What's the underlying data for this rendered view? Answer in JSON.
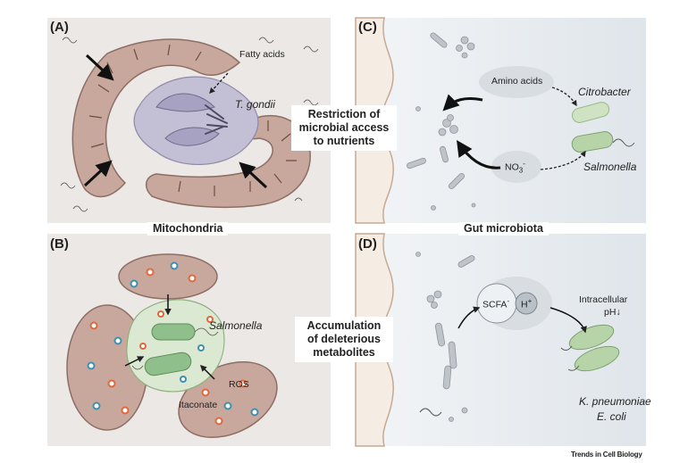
{
  "panels": {
    "a": {
      "label": "(A)",
      "fatty_acids": "Fatty acids",
      "parasite": "T. gondii"
    },
    "b": {
      "label": "(B)",
      "pathogen": "Salmonella",
      "ros": "ROS",
      "itaconate": "Itaconate"
    },
    "c": {
      "label": "(C)",
      "amino_acids": "Amino acids",
      "nitrate_base": "NO",
      "nitrate_sub": "3",
      "nitrate_sup": "-",
      "citrobacter": "Citrobacter",
      "salmonella": "Salmonella"
    },
    "d": {
      "label": "(D)",
      "scfa": "SCFA",
      "scfa_sup": "-",
      "proton": "H",
      "proton_sup": "+",
      "intracellular": "Intracellular",
      "ph": "pH",
      "ph_arrow": "↓",
      "kpneumoniae": "K. pneumoniae",
      "ecoli": "E. coli"
    }
  },
  "column_titles": {
    "left": "Mitochondria",
    "right": "Gut microbiota"
  },
  "center_labels": {
    "top": [
      "Restriction of",
      "microbial access",
      "to nutrients"
    ],
    "bottom": [
      "Accumulation",
      "of deleterious",
      "metabolites"
    ]
  },
  "credit": "Trends in Cell Biology",
  "colors": {
    "panel_bg": "#ebe8e6",
    "mito_fill": "#c8a89d",
    "mito_stroke": "#8d6e63",
    "cristae": "#6d4c41",
    "parasite_fill": "#c3bfd4",
    "bacteria_green": "#b6d4a8",
    "gut_bg": "#e9ecef",
    "villi_fill": "#f5ece4",
    "villi_stroke": "#c9a98e",
    "ros_dot": "#e2673b",
    "itaconate_dot": "#3e8fb0"
  }
}
